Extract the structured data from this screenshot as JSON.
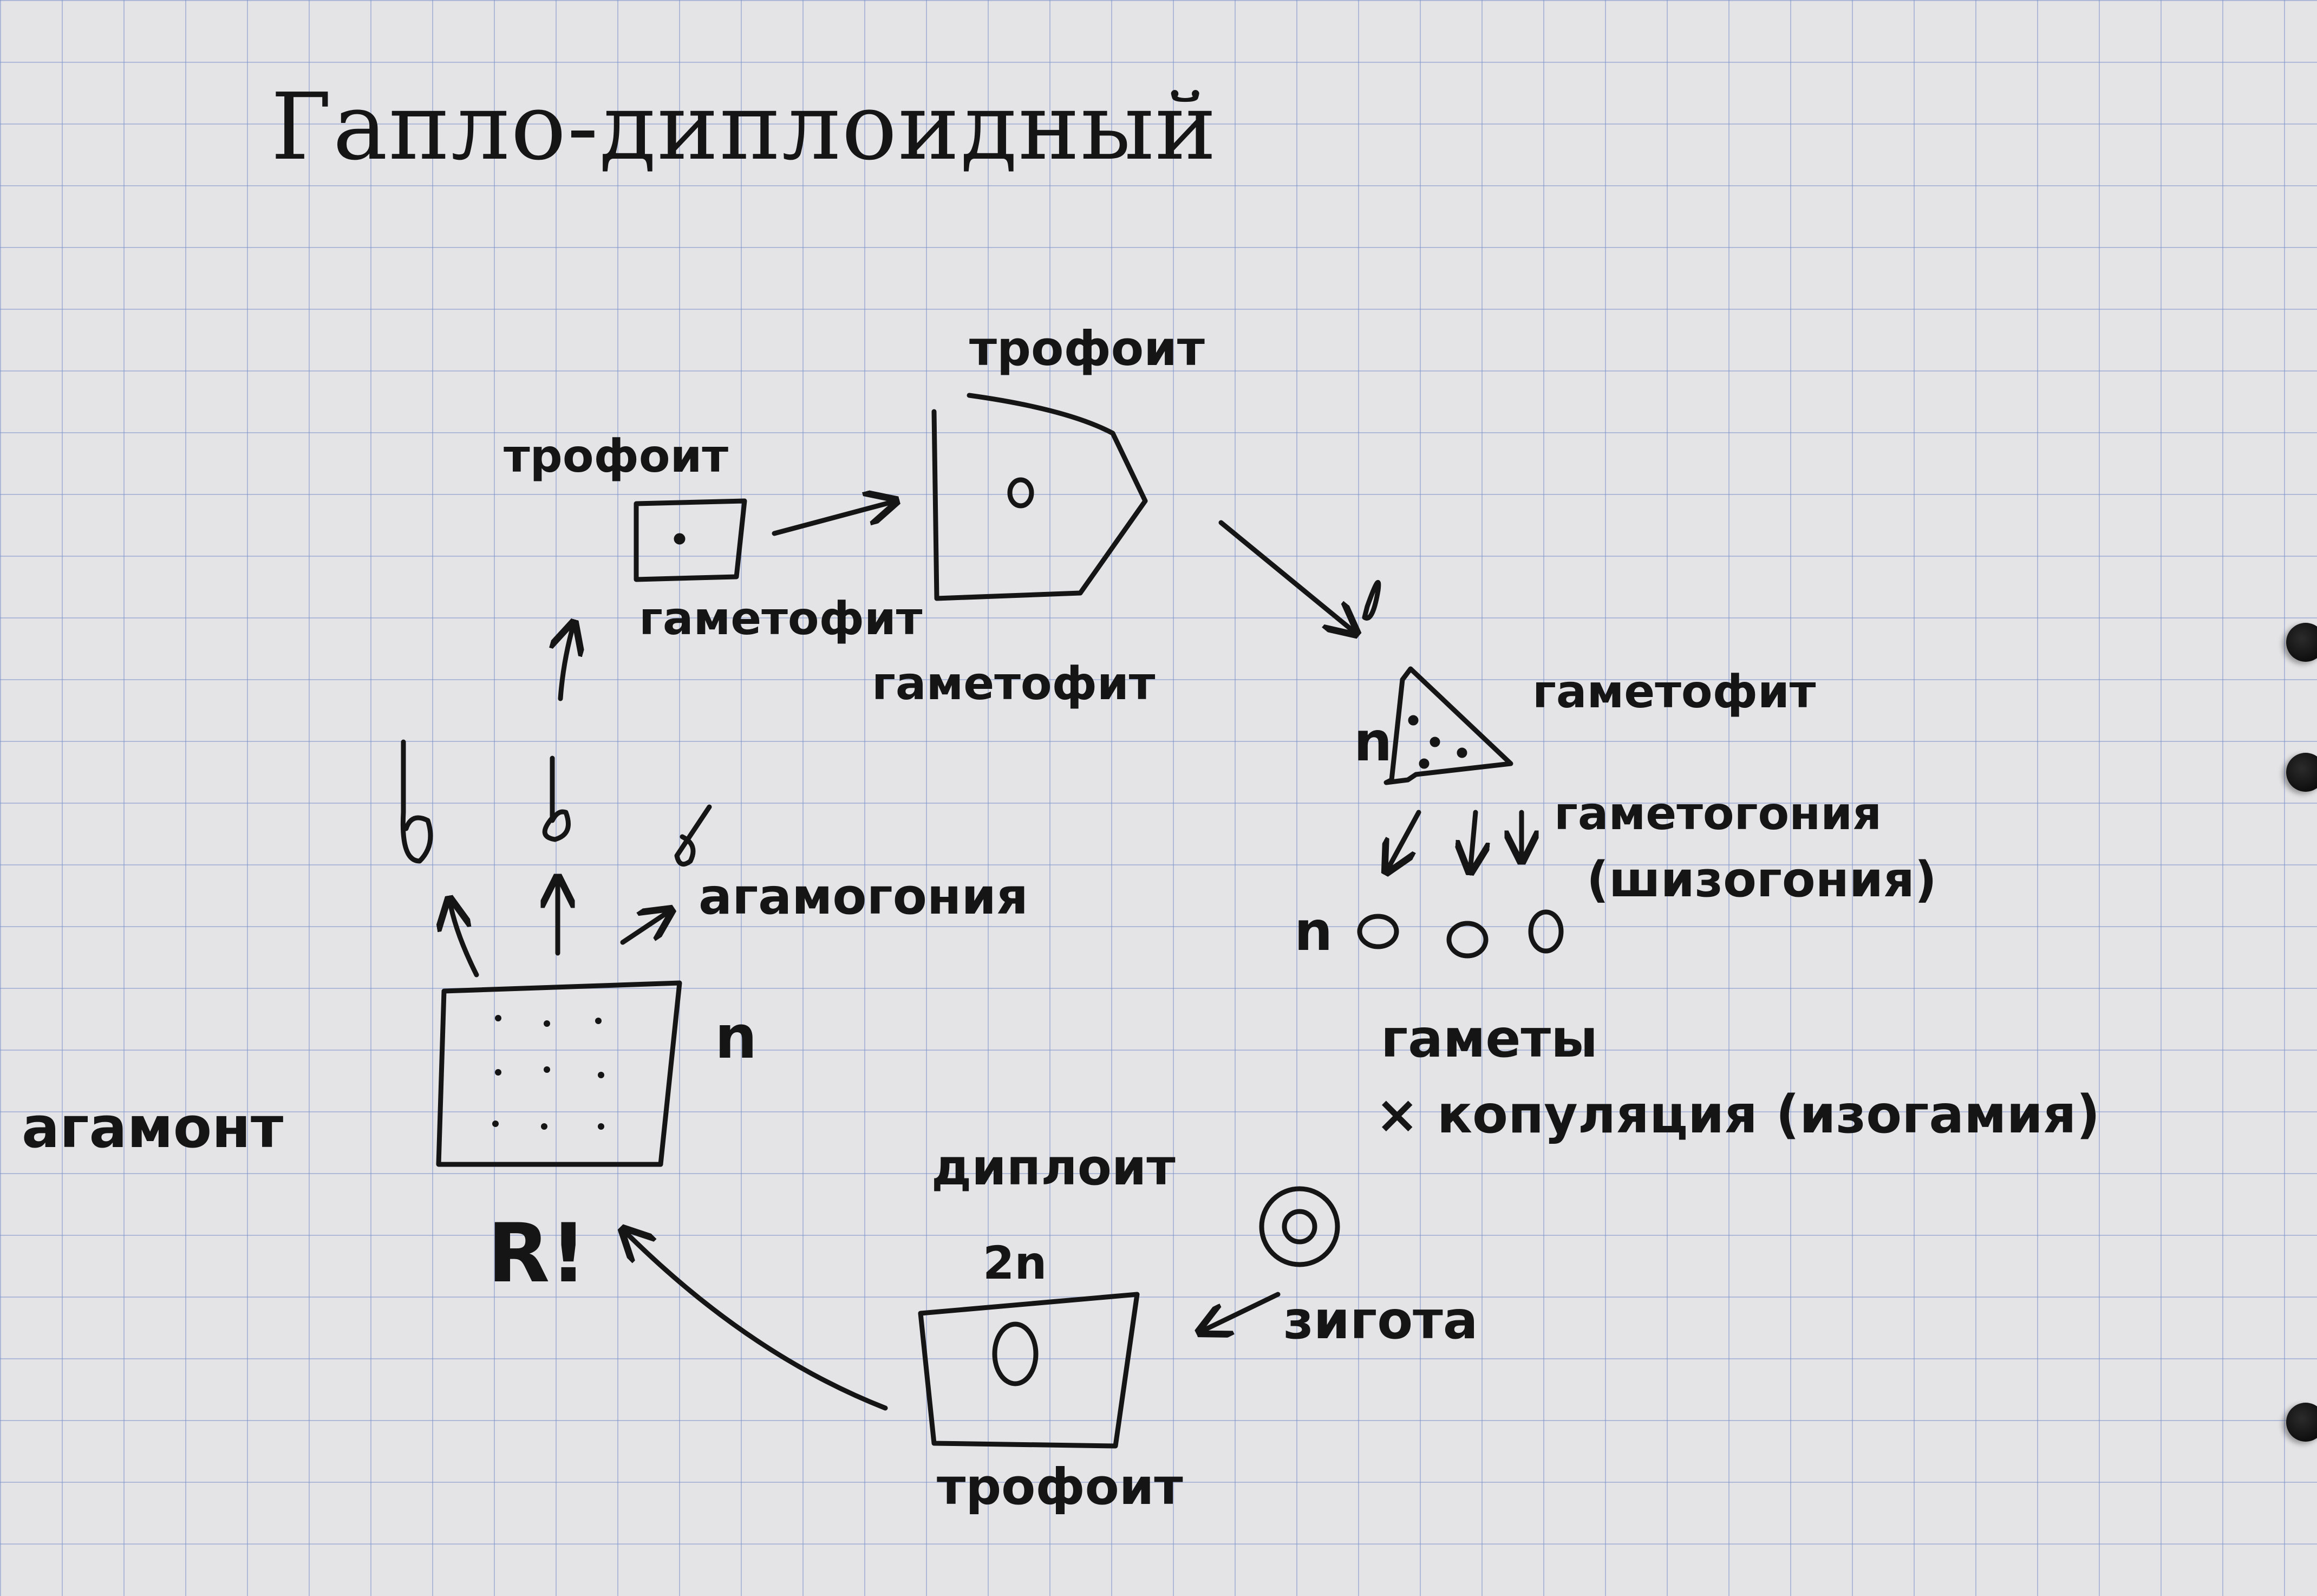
{
  "title": "Гапло-диплоидный",
  "labels": {
    "sporophyte_top": "трофоит",
    "sporophyte_left": "трофоит",
    "gametophyte_1": "гаметофит",
    "gametophyte_2": "гаметофит",
    "gametophyte_3": "гаметофит",
    "n_triangle": "n",
    "gametogony": "гаметогония",
    "schizogony": "(шизогония)",
    "n_gametes": "n",
    "gametes": "гаметы",
    "copulation": "× копуляция (изогамия)",
    "zygote": "зигота",
    "diploid": "диплоит",
    "ploidy_2n": "2n",
    "sporophyte_bottom": "трофоит",
    "meiosis": "R!",
    "agamont": "агамонт",
    "n_agamont": "n",
    "agamogony": "агамогония"
  },
  "colors": {
    "ink": "#151515",
    "paper": "#e4e4e6",
    "grid": "#8296cd"
  }
}
